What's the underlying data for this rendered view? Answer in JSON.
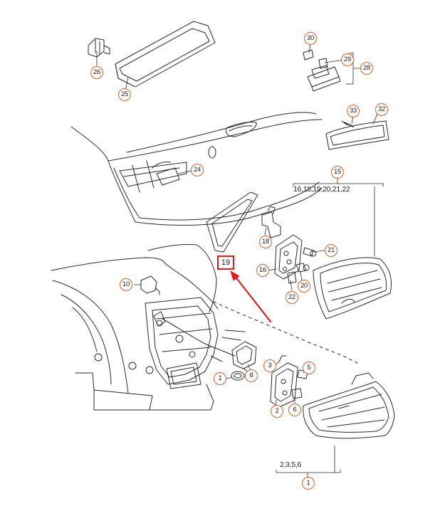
{
  "diagram": {
    "callouts": {
      "c1": "1",
      "c2": "2",
      "c3": "3",
      "c5": "5",
      "c6": "6",
      "c8": "8",
      "c10": "10",
      "c15": "15",
      "c16": "16",
      "c18": "18",
      "c20": "20",
      "c21": "21",
      "c22": "22",
      "c24": "24",
      "c25": "25",
      "c26": "26",
      "c28": "28",
      "c29": "29",
      "c30": "30",
      "c32": "32",
      "c33": "33"
    },
    "groups": {
      "g15": "16,18,19,20,21,22",
      "g1": "2,3,5,6"
    },
    "highlight": {
      "label": "19",
      "color": "#e21b1b"
    },
    "colors": {
      "line": "#2a2a2a",
      "callout_ring": "#d9602a",
      "arrow": "#e21b1b"
    }
  }
}
